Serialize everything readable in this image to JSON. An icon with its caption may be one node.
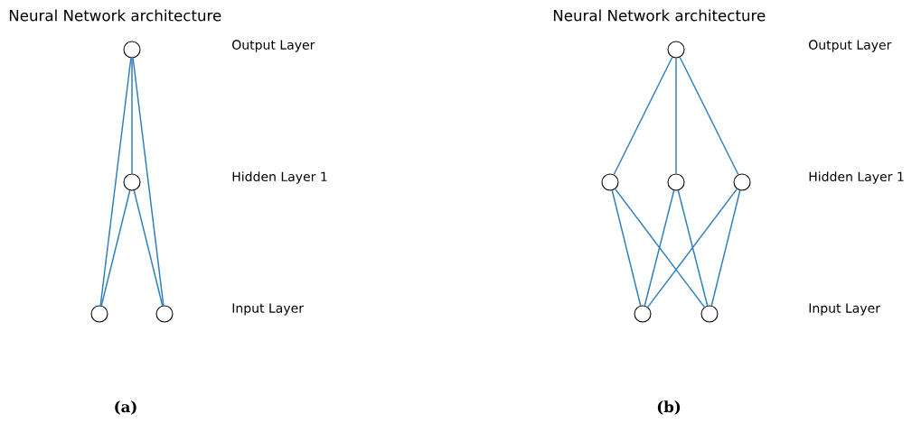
{
  "diagram": {
    "nodes": [
      {
        "text": [],
        "shape": "circle"
      },
      {
        "text": [],
        "shape": "circle"
      },
      {
        "text": [],
        "shape": "circle"
      },
      {
        "text": [],
        "shape": "circle"
      },
      {
        "text": [],
        "shape": "circle"
      },
      {
        "text": [],
        "shape": "circle"
      },
      {
        "text": [],
        "shape": "circle"
      },
      {
        "text": [],
        "shape": "circle"
      },
      {
        "text": [],
        "shape": "circle"
      },
      {
        "text": [],
        "shape": "circle"
      }
    ],
    "edges": [
      {
        "from": 0,
        "to": 1,
        "arrow": "none"
      },
      {
        "from": 0,
        "to": 2,
        "arrow": "none"
      },
      {
        "from": 0,
        "to": 3,
        "arrow": "none"
      },
      {
        "from": 1,
        "to": 2,
        "arrow": "none"
      },
      {
        "from": 1,
        "to": 3,
        "arrow": "none"
      },
      {
        "from": 4,
        "to": 5,
        "arrow": "none"
      },
      {
        "from": 4,
        "to": 6,
        "arrow": "none"
      },
      {
        "from": 4,
        "to": 7,
        "arrow": "none"
      },
      {
        "from": 5,
        "to": 8,
        "arrow": "none"
      },
      {
        "from": 5,
        "to": 9,
        "arrow": "none"
      },
      {
        "from": 6,
        "to": 8,
        "arrow": "none"
      },
      {
        "from": 6,
        "to": 9,
        "arrow": "none"
      },
      {
        "from": 7,
        "to": 8,
        "arrow": "none"
      },
      {
        "from": 7,
        "to": 9,
        "arrow": "none"
      }
    ],
    "labels": [
      "Neural Network architecture",
      "Neural Network architecture",
      "Output Layer",
      "Output Layer",
      "Hidden Layer 1",
      "Hidden Layer 1",
      "Input Layer",
      "Input Layer",
      "(a)",
      "(b)"
    ]
  }
}
